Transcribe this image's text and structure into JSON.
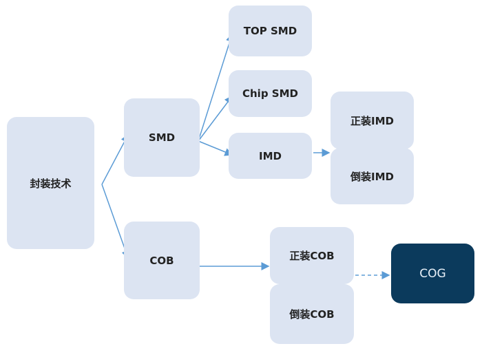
{
  "nodes": {
    "root": "封装技术",
    "smd": "SMD",
    "cob": "COB",
    "top_smd": "TOP SMD",
    "chip_smd": "Chip SMD",
    "imd": "IMD",
    "front_imd": "正装IMD",
    "flip_imd": "倒装IMD",
    "front_cob": "正装COB",
    "flip_cob": "倒装COB",
    "cog": "COG"
  },
  "colors": {
    "box": "#dce4f2",
    "dark": "#0b3a5c",
    "arrow": "#5b9bd5"
  }
}
